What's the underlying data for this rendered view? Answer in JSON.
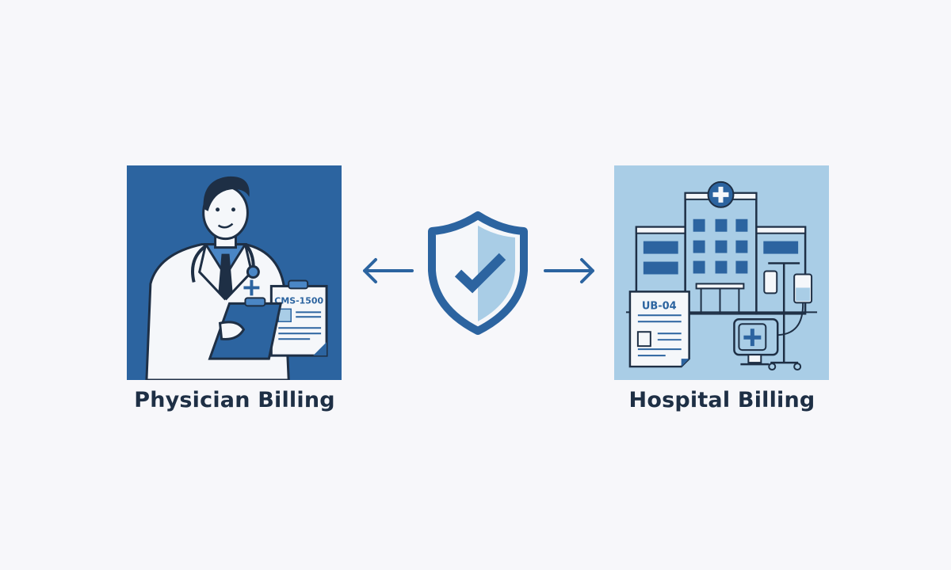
{
  "colors": {
    "background": "#f7f7fa",
    "primary_blue": "#2c64a0",
    "light_blue": "#a9cde6",
    "caption_text": "#1e2f45"
  },
  "left": {
    "caption": "Physician Billing",
    "form_label": "CMS-1500",
    "icon": "doctor-with-clipboard-icon"
  },
  "center": {
    "icon": "shield-check-icon",
    "left_arrow": "arrow-left-icon",
    "right_arrow": "arrow-right-icon"
  },
  "right": {
    "caption": "Hospital Billing",
    "form_label": "UB-04",
    "icon": "hospital-building-icon"
  }
}
